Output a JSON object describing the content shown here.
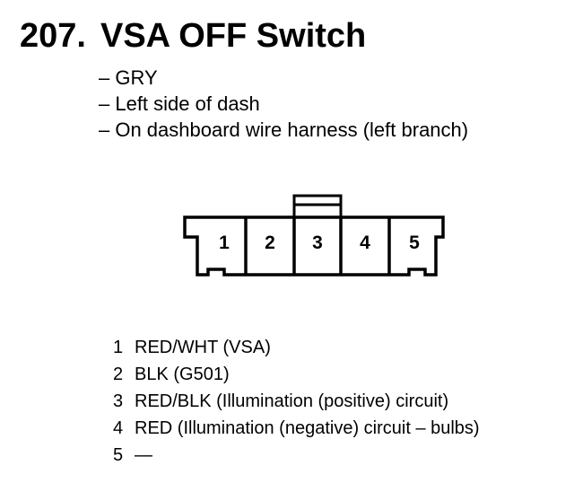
{
  "title": {
    "number": "207.",
    "text": "VSA OFF Switch"
  },
  "info": [
    "– GRY",
    "– Left side of dash",
    "– On dashboard wire harness (left branch)"
  ],
  "connector": {
    "cavities": [
      "1",
      "2",
      "3",
      "4",
      "5"
    ]
  },
  "pins": [
    {
      "num": "1",
      "desc": "RED/WHT (VSA)"
    },
    {
      "num": "2",
      "desc": "BLK (G501)"
    },
    {
      "num": "3",
      "desc": "RED/BLK (Illumination (positive) circuit)"
    },
    {
      "num": "4",
      "desc": "RED (Illumination (negative) circuit – bulbs)"
    },
    {
      "num": "5",
      "desc": "—"
    }
  ]
}
